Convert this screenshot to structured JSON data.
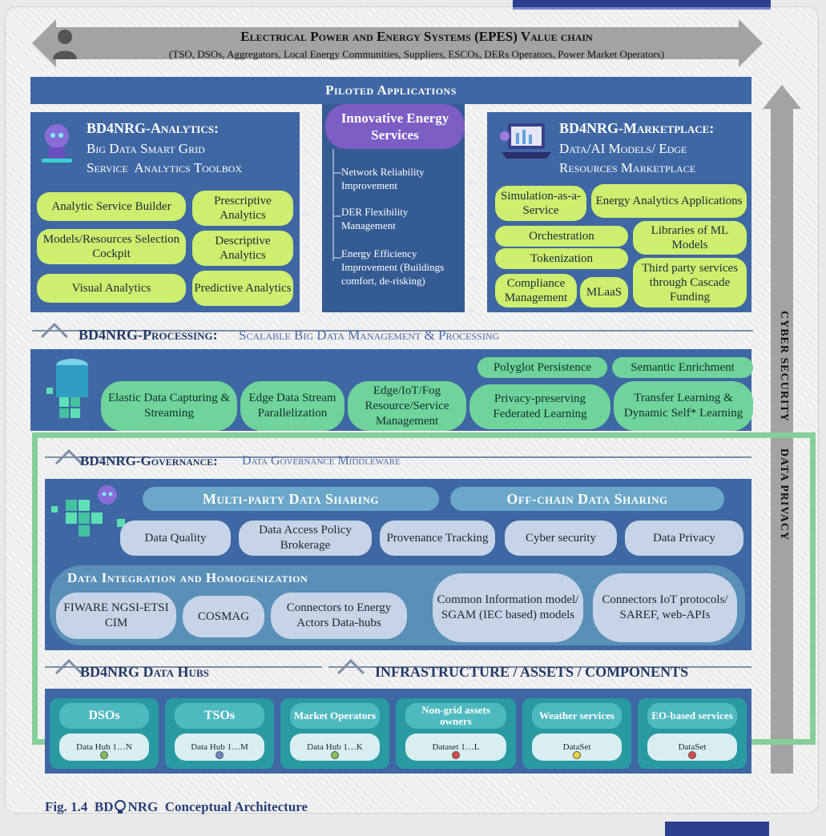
{
  "value_chain": {
    "title": "Electrical Power and Energy Systems (EPES) Value chain",
    "subtitle": "(TSO, DSOs, Aggregators, Local Energy Communities, Suppliers, ESCOs, DERs Operators, Power Market Operators)"
  },
  "piloted": "Piloted Applications",
  "analytics": {
    "title": "BD4NRG-Analytics:",
    "subtitle1": "Big Data Smart Grid",
    "subtitle2": "Service  Analytics Toolbox",
    "items": [
      "Analytic Service Builder",
      "Models/Resources Selection Cockpit",
      "Visual Analytics",
      "Prescriptive Analytics",
      "Descriptive Analytics",
      "Predictive Analytics"
    ]
  },
  "innovative": {
    "title": "Innovative Energy Services",
    "items": [
      "Network Reliability Improvement",
      "DER Flexibility Management",
      "Energy Efficiency Improvement (Buildings comfort, de-risking)"
    ]
  },
  "marketplace": {
    "title": "BD4NRG-Marketplace:",
    "subtitle1": "Data/AI Models/ Edge",
    "subtitle2": "Resources Marketplace",
    "items": [
      "Simulation-as-a-Service",
      "Energy Analytics Applications",
      "Orchestration",
      "Libraries of ML Models",
      "Tokenization",
      "Third party services through Cascade Funding",
      "Compliance Management",
      "MLaaS"
    ]
  },
  "processing": {
    "title": "BD4NRG-Processing:",
    "subtitle": "Scalable Big Data Management & Processing",
    "items": [
      "Elastic Data Capturing & Streaming",
      "Edge Data Stream Parallelization",
      "Edge/IoT/Fog Resource/Service Management",
      "Polyglot Persistence",
      "Privacy-preserving Federated Learning",
      "Semantic Enrichment",
      "Transfer Learning & Dynamic Self* Learning"
    ]
  },
  "governance": {
    "title": "BD4NRG-Governance:",
    "subtitle": "Data Governance Middleware",
    "multi": "Multi-party Data Sharing",
    "offchain": "Off-chain Data Sharing",
    "items": [
      "Data Quality",
      "Data Access Policy Brokerage",
      "Provenance Tracking",
      "Cyber security",
      "Data Privacy"
    ],
    "integration": "Data Integration and Homogenization",
    "int_items": [
      "FIWARE NGSI-ETSI CIM",
      "COSMAG",
      "Connectors to Energy Actors Data-hubs",
      "Common Information model/ SGAM (IEC based) models",
      "Connectors IoT protocols/ SAREF, web-APIs"
    ]
  },
  "hubs": {
    "title": "BD4NRG Data Hubs",
    "infra": "Infrastructure / Assets / Components",
    "cards": [
      {
        "head": "DSOs",
        "body": "Data Hub 1…N",
        "dot": "#7ec05a"
      },
      {
        "head": "TSOs",
        "body": "Data Hub 1…M",
        "dot": "#6f86c9"
      },
      {
        "head": "Market Operators",
        "body": "Data Hub 1…K",
        "dot": "#7ec05a"
      },
      {
        "head": "Non-grid assets owners",
        "body": "Dataset 1…L",
        "dot": "#d64a4a"
      },
      {
        "head": "Weather services",
        "body": "DataSet",
        "dot": "#e8d23a"
      },
      {
        "head": "EO-based services",
        "body": "DataSet",
        "dot": "#d64a4a"
      }
    ]
  },
  "side": {
    "cyber": "Cyber security",
    "privacy": "Data Privacy"
  },
  "caption": {
    "prefix": "Fig. 1.4  BD",
    "suffix": "NRG  Conceptual Architecture"
  }
}
